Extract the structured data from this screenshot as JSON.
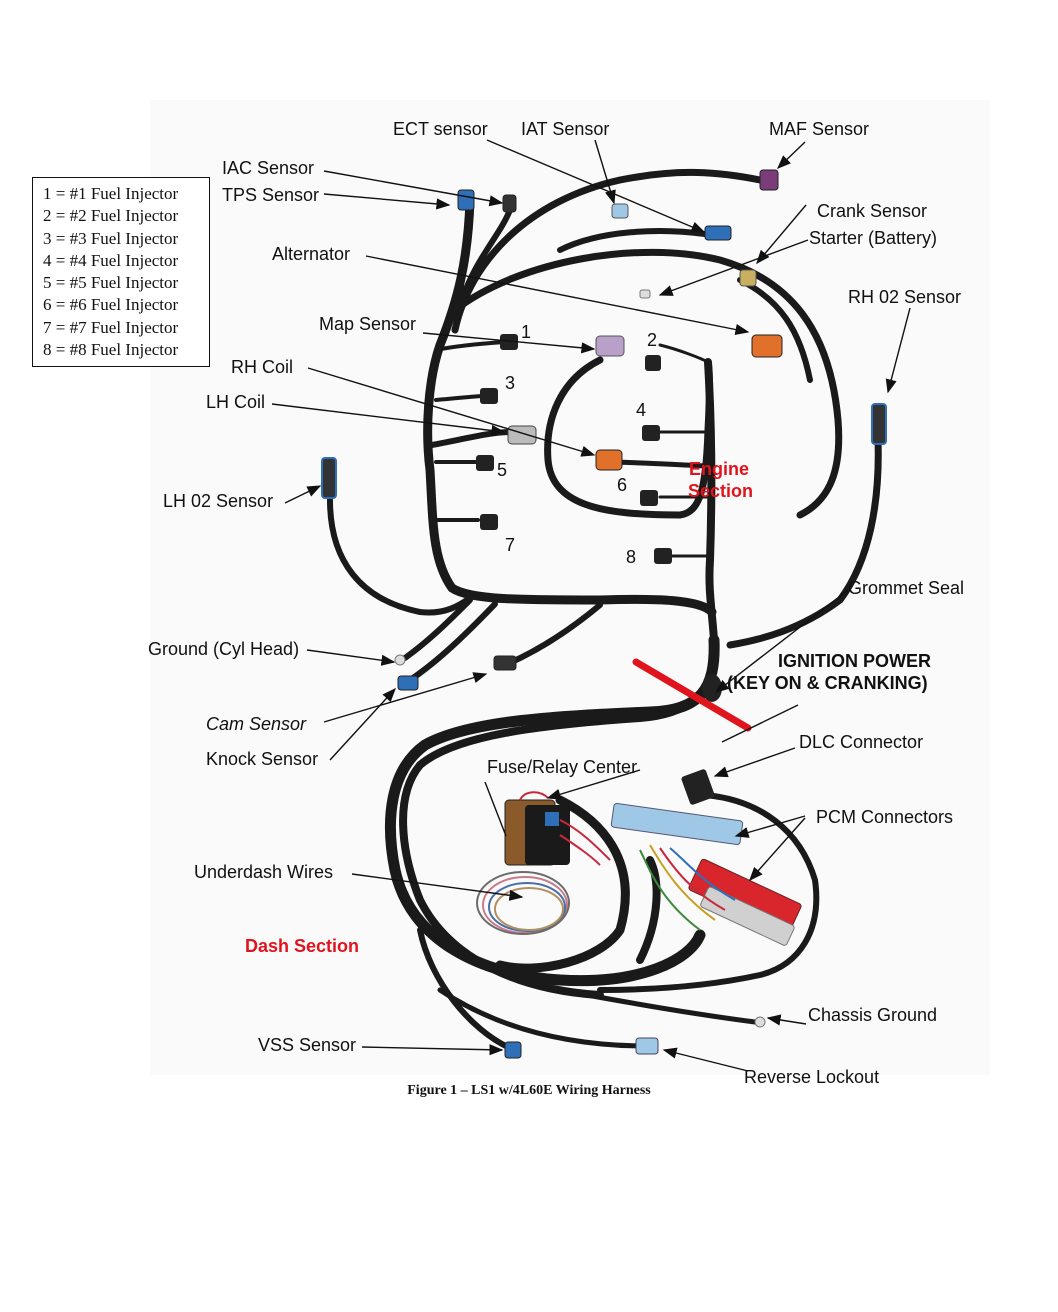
{
  "legend": {
    "rows": [
      "1 = #1 Fuel Injector",
      "2 = #2 Fuel Injector",
      "3 = #3 Fuel Injector",
      "4 = #4 Fuel Injector",
      "5 = #5 Fuel Injector",
      "6 = #6 Fuel Injector",
      "7 = #7 Fuel Injector",
      "8 = #8 Fuel Injector"
    ]
  },
  "labels": {
    "ect": "ECT sensor",
    "iat": "IAT Sensor",
    "maf": "MAF Sensor",
    "iac": "IAC Sensor",
    "tps": "TPS Sensor",
    "crank": "Crank Sensor",
    "starter": "Starter (Battery)",
    "alternator": "Alternator",
    "rh_o2": "RH 02 Sensor",
    "map": "Map Sensor",
    "rh_coil": "RH Coil",
    "lh_coil": "LH Coil",
    "lh_o2": "LH 02 Sensor",
    "engine_section_line1": "Engine",
    "engine_section_line2": "Section",
    "grommet": "Grommet Seal",
    "ground_head": "Ground (Cyl Head)",
    "ignition_line1": "IGNITION POWER",
    "ignition_line2": "(KEY ON & CRANKING)",
    "cam": "Cam Sensor",
    "dlc": "DLC Connector",
    "knock": "Knock Sensor",
    "fuse_relay": "Fuse/Relay Center",
    "pcm": "PCM Connectors",
    "underdash": "Underdash Wires",
    "dash_section": "Dash Section",
    "chassis_ground": "Chassis Ground",
    "vss": "VSS Sensor",
    "reverse_lockout": "Reverse Lockout"
  },
  "injector_numbers": [
    "1",
    "2",
    "3",
    "4",
    "5",
    "6",
    "7",
    "8"
  ],
  "caption": "Figure 1 – LS1 w/4L60E Wiring Harness",
  "colors": {
    "harness": "#1a1a1a",
    "section_label": "#e0141c",
    "pcm_blue": "#9ec8e6",
    "pcm_red": "#d8262c",
    "fuse_brown": "#8a5a2b",
    "connector_orange": "#e0702a",
    "connector_purple": "#7a3d7a",
    "connector_blue": "#2f6fb8"
  }
}
